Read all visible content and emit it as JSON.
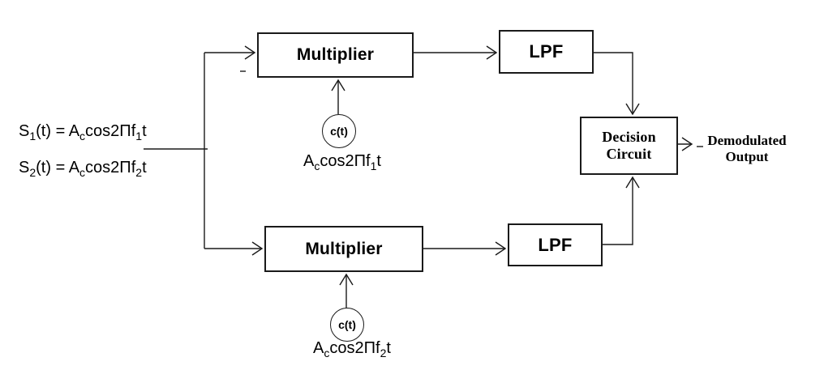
{
  "diagram": {
    "background_color": "#ffffff",
    "line_color": "#1a1a1a",
    "inputs": {
      "s1": "S_{1}(t) = A_{c}cos2Πf_{1}t",
      "s2": "S_{2}(t) = A_{c}cos2Πf_{2}t"
    },
    "blocks": {
      "multiplier_top": "Multiplier",
      "lpf_top": "LPF",
      "decision": "Decision\nCircuit",
      "multiplier_bottom": "Multiplier",
      "lpf_bottom": "LPF"
    },
    "carriers": {
      "top": {
        "node": "c(t)",
        "label": "A_{c}cos2Πf_{1}t"
      },
      "bottom": {
        "node": "c(t)",
        "label": "A_{c}cos2Πf_{2}t"
      }
    },
    "output_label": "Demodulated\nOutput"
  }
}
